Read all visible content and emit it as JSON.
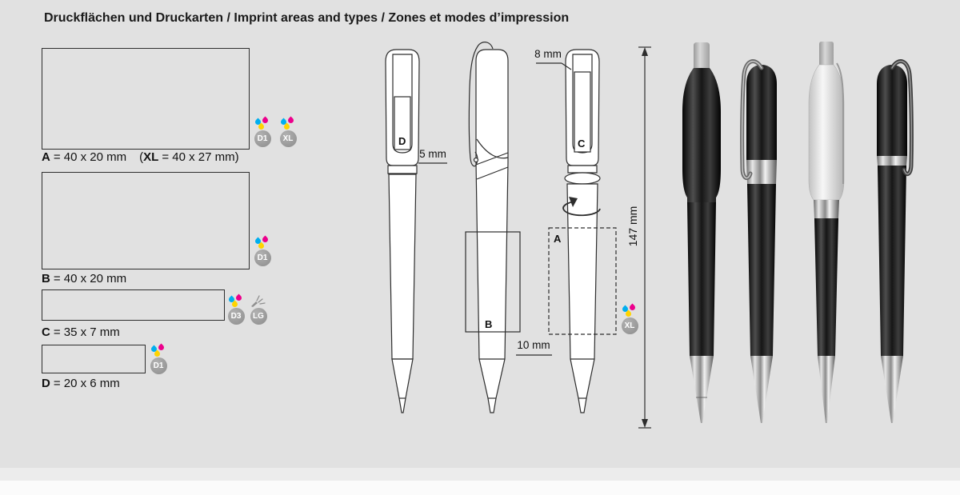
{
  "page": {
    "title": "Druckflächen und Druckarten / Imprint areas and types / Zones et modes d’impression",
    "background": "#e1e1e1"
  },
  "imprint_areas": {
    "a": {
      "letter": "A",
      "size": "= 40 x 20 mm",
      "xl_open": "(",
      "xl_letter": "XL",
      "xl_size": "= 40 x 27 mm)"
    },
    "b": {
      "letter": "B",
      "size": "= 40 x 20 mm"
    },
    "c": {
      "letter": "C",
      "size": "= 35 x 7 mm"
    },
    "d": {
      "letter": "D",
      "size": "= 20 x 6 mm"
    }
  },
  "print_badges": {
    "d1": "D1",
    "d3": "D3",
    "xl": "XL",
    "lg": "LG"
  },
  "technical_drawing": {
    "area_labels": {
      "a": "A",
      "b": "B",
      "c": "C",
      "d": "D"
    },
    "dimensions": {
      "clip_width": "8 mm",
      "cap_ring": "5 mm",
      "tip_gap": "10 mm",
      "total_length": "147 mm"
    }
  },
  "print_colors": {
    "cyan": "#00AEEF",
    "magenta": "#EC008C",
    "yellow": "#FFD400",
    "badge_gray": "#9c9c9c"
  }
}
